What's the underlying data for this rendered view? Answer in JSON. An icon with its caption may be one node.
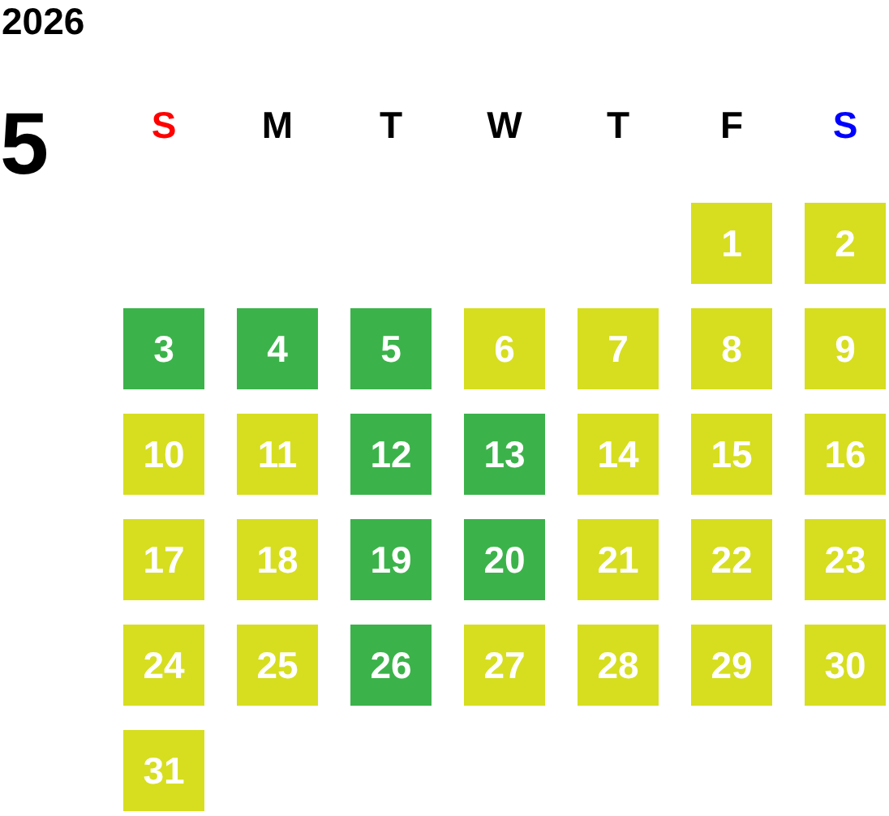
{
  "diagram": {
    "title": "2026",
    "labels": [
      "5",
      "S",
      "M",
      "T",
      "W",
      "T",
      "F",
      "S"
    ],
    "nodes": [
      {
        "text": [
          "1"
        ]
      },
      {
        "text": [
          "2"
        ]
      },
      {
        "text": [
          "3"
        ]
      },
      {
        "text": [
          "4"
        ]
      },
      {
        "text": [
          "5"
        ]
      },
      {
        "text": [
          "6"
        ]
      },
      {
        "text": [
          "7"
        ]
      },
      {
        "text": [
          "8"
        ]
      },
      {
        "text": [
          "9"
        ]
      },
      {
        "text": [
          "10"
        ]
      },
      {
        "text": [
          "11"
        ]
      },
      {
        "text": [
          "12"
        ]
      },
      {
        "text": [
          "13"
        ]
      },
      {
        "text": [
          "14"
        ]
      },
      {
        "text": [
          "15"
        ]
      },
      {
        "text": [
          "16"
        ]
      },
      {
        "text": [
          "17"
        ]
      },
      {
        "text": [
          "18"
        ]
      },
      {
        "text": [
          "19"
        ]
      },
      {
        "text": [
          "20"
        ]
      },
      {
        "text": [
          "21"
        ]
      },
      {
        "text": [
          "22"
        ]
      },
      {
        "text": [
          "23"
        ]
      },
      {
        "text": [
          "24"
        ]
      },
      {
        "text": [
          "25"
        ]
      },
      {
        "text": [
          "26"
        ]
      },
      {
        "text": [
          "27"
        ]
      },
      {
        "text": [
          "28"
        ]
      },
      {
        "text": [
          "29"
        ]
      },
      {
        "text": [
          "30"
        ]
      },
      {
        "text": [
          "31"
        ]
      }
    ]
  }
}
